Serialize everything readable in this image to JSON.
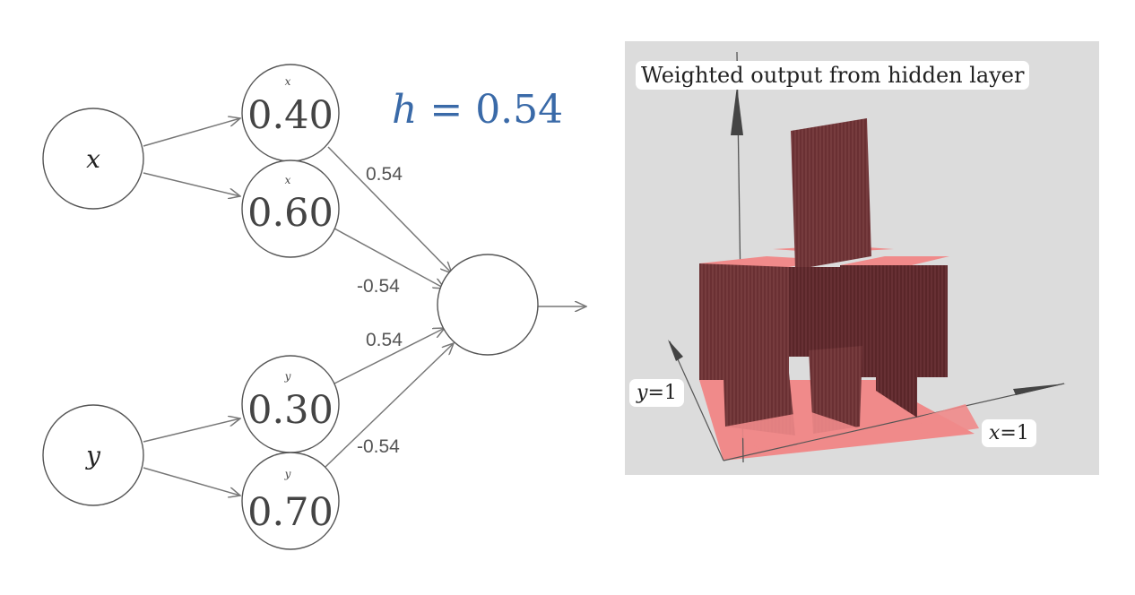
{
  "network": {
    "inputs": [
      {
        "name": "x"
      },
      {
        "name": "y"
      }
    ],
    "hidden": [
      {
        "value": "0.40",
        "sup": "x"
      },
      {
        "value": "0.60",
        "sup": "x"
      },
      {
        "value": "0.30",
        "sup": "y"
      },
      {
        "value": "0.70",
        "sup": "y"
      }
    ],
    "weights": [
      "0.54",
      "-0.54",
      "0.54",
      "-0.54"
    ],
    "h_label": {
      "var": "h",
      "eq": " = ",
      "value": "0.54"
    }
  },
  "plot": {
    "title": "Weighted output from hidden layer",
    "y_tag": {
      "var": "y",
      "rest": "=1"
    },
    "x_tag": {
      "var": "x",
      "rest": "=1"
    },
    "colors": {
      "surface_top": "#f08a8a",
      "surface_side": "#6a3033",
      "background": "#dcdcdc",
      "axis": "#555555"
    }
  }
}
